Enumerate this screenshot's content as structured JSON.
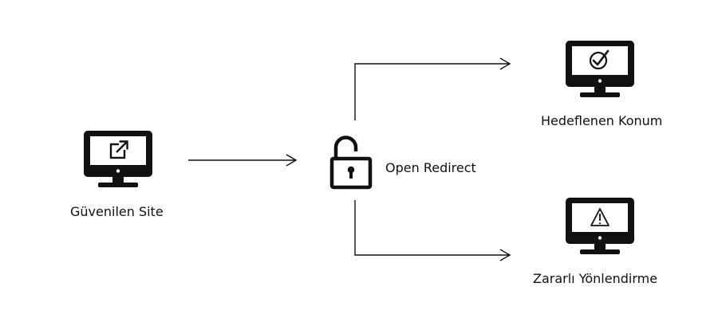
{
  "nodes": {
    "trusted_site": {
      "label": "Güvenilen Site",
      "icon": "external-link-monitor-icon"
    },
    "open_redirect": {
      "label": "Open Redirect",
      "icon": "unlocked-padlock-icon"
    },
    "target_location": {
      "label": "Hedeflenen Konum",
      "icon": "check-monitor-icon"
    },
    "malicious_redirect": {
      "label": "Zararlı Yönlendirme",
      "icon": "warning-monitor-icon"
    }
  },
  "edges": [
    {
      "from": "trusted_site",
      "to": "open_redirect"
    },
    {
      "from": "open_redirect",
      "to": "target_location"
    },
    {
      "from": "open_redirect",
      "to": "malicious_redirect"
    }
  ],
  "colors": {
    "stroke": "#111111",
    "background": "#ffffff"
  }
}
